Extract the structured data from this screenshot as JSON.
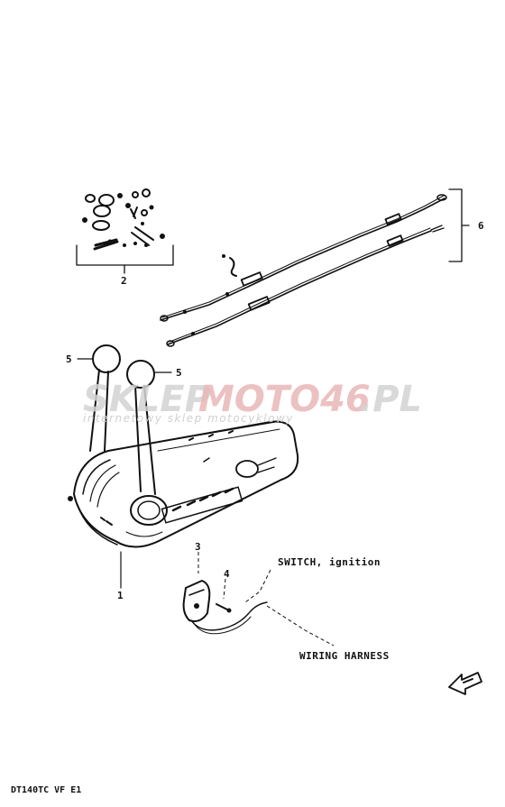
{
  "callouts": {
    "c1": "1",
    "c2": "2",
    "c3": "3",
    "c4": "4",
    "c5a": "5",
    "c5b": "5",
    "c6": "6"
  },
  "labels": {
    "switch_ignition": "SWITCH, ignition",
    "wiring_harness": "WIRING HARNESS"
  },
  "footer": {
    "code": "DT140TC VF E1"
  },
  "watermark": {
    "main_part1": "SKLEP",
    "main_part2": "MOTO46",
    "main_part3": ".PL",
    "sub": "internetowy sklep motocyklowy"
  },
  "colors": {
    "ink": "#111111",
    "watermark": "#d3d3d3"
  },
  "icons": {
    "front_arrow": "front-direction-arrow-icon"
  }
}
